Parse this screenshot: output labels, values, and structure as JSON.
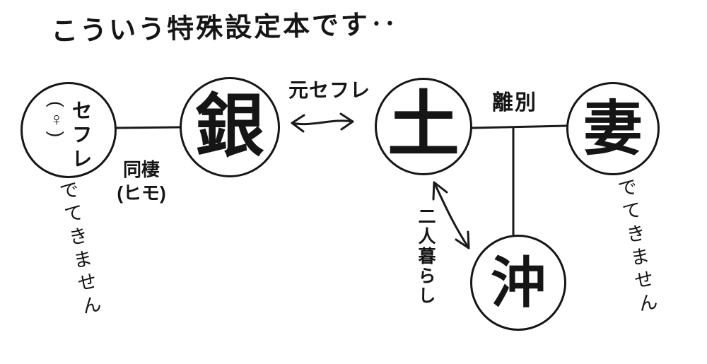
{
  "title": "こういう特殊設定本です‥",
  "nodes": {
    "sefure": {
      "symbol": "(♀)",
      "label": "セフレ"
    },
    "gin": {
      "label": "銀"
    },
    "tsuchi": {
      "label": "土"
    },
    "tsuma": {
      "label": "妻"
    },
    "oki": {
      "label": "沖"
    }
  },
  "edges": {
    "sefure_gin": {
      "line1": "同棲",
      "line2": "(ヒモ)"
    },
    "gin_tsuchi": {
      "label": "元セフレ"
    },
    "tsuchi_tsuma": {
      "label": "離別"
    },
    "tsuchi_oki": {
      "label": "二人暮らし"
    }
  },
  "annotations": {
    "sefure_note": "でてきません",
    "tsuma_note": "でてきません"
  },
  "colors": {
    "ink": "#1a1a1a",
    "background": "#ffffff"
  }
}
